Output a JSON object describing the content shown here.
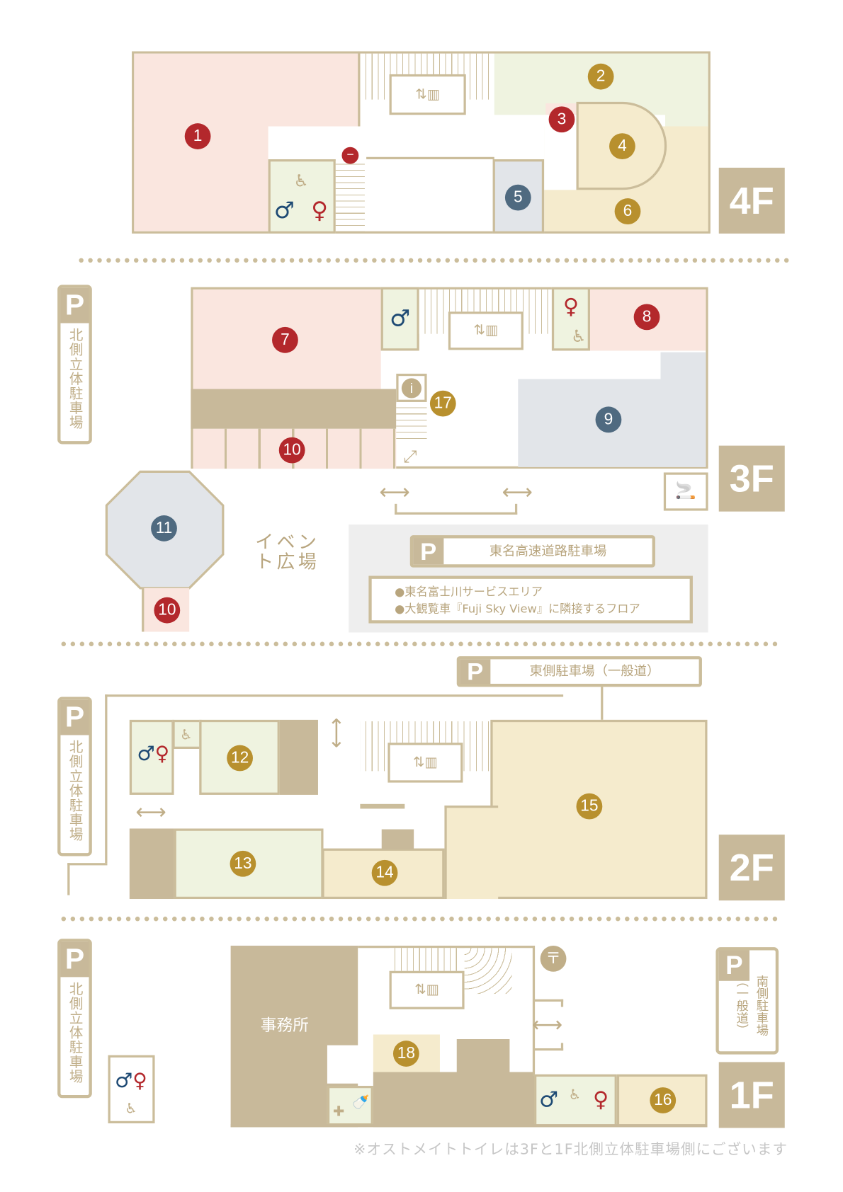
{
  "floors": [
    {
      "label": "4F",
      "shops": [
        "1",
        "2",
        "3",
        "4",
        "5",
        "6"
      ]
    },
    {
      "label": "3F",
      "shops": [
        "7",
        "8",
        "9",
        "10",
        "11",
        "10",
        "17"
      ],
      "event_plaza": "イベント広場",
      "tomei_parking": "東名高速道路駐車場",
      "notes": [
        "●東名富士川サービスエリア",
        "●大観覧車『Fuji Sky View』に隣接するフロア"
      ]
    },
    {
      "label": "2F",
      "shops": [
        "12",
        "13",
        "14",
        "15"
      ],
      "east_parking": "東側駐車場（一般道）"
    },
    {
      "label": "1F",
      "shops": [
        "18",
        "16"
      ],
      "office": "事務所",
      "south_parking": "南側駐車場（一般道）"
    }
  ],
  "parking_letter": "P",
  "north_parking": "北側立体駐車場",
  "footnote": "※オストメイトトイレは3Fと1F北側立体駐車場側にございます",
  "colors": {
    "red_marker": "#b3282c",
    "gold_marker": "#b8902e",
    "blue_marker": "#4f6a80",
    "wall": "#cbbd9b",
    "accent": "#c8b99a"
  }
}
